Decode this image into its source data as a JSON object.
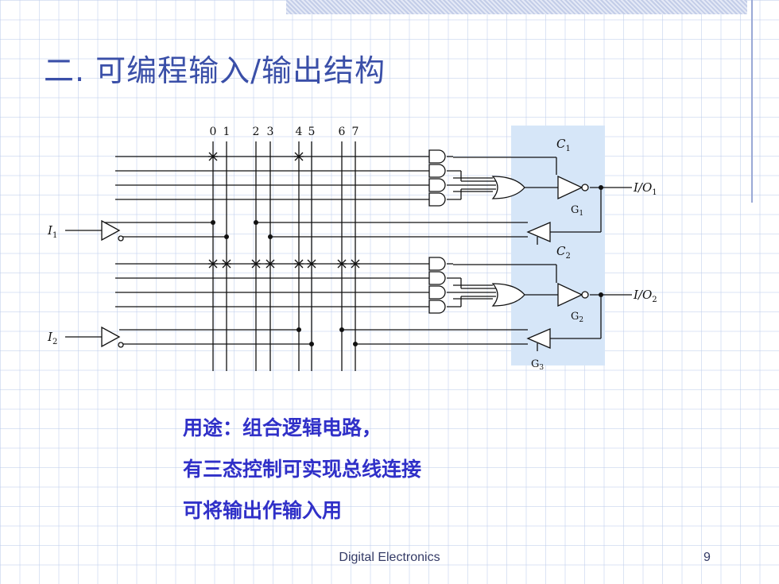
{
  "slide": {
    "title": "二. 可编程输入/输出结构",
    "bullets": [
      "用途：组合逻辑电路，",
      "有三态控制可实现总线连接",
      "可将输出作输入用"
    ],
    "footer": "Digital Electronics",
    "page_number": "9"
  },
  "circuit": {
    "column_labels": [
      "0",
      "1",
      "2",
      "3",
      "4",
      "5",
      "6",
      "7"
    ],
    "inputs": [
      "I",
      "I"
    ],
    "input_subscripts": [
      "1",
      "2"
    ],
    "control_labels": [
      "C",
      "C"
    ],
    "control_subscripts": [
      "1",
      "2"
    ],
    "io_labels": [
      "I/O",
      "I/O"
    ],
    "io_subscripts": [
      "1",
      "2"
    ],
    "gate_labels": [
      "G",
      "G",
      "G"
    ],
    "gate_subscripts": [
      "1",
      "2",
      "3"
    ]
  },
  "colors": {
    "title": "#3a4fa8",
    "bullet_text": "#3030c8",
    "highlight": "#d6e6f8",
    "wire": "#111111"
  }
}
